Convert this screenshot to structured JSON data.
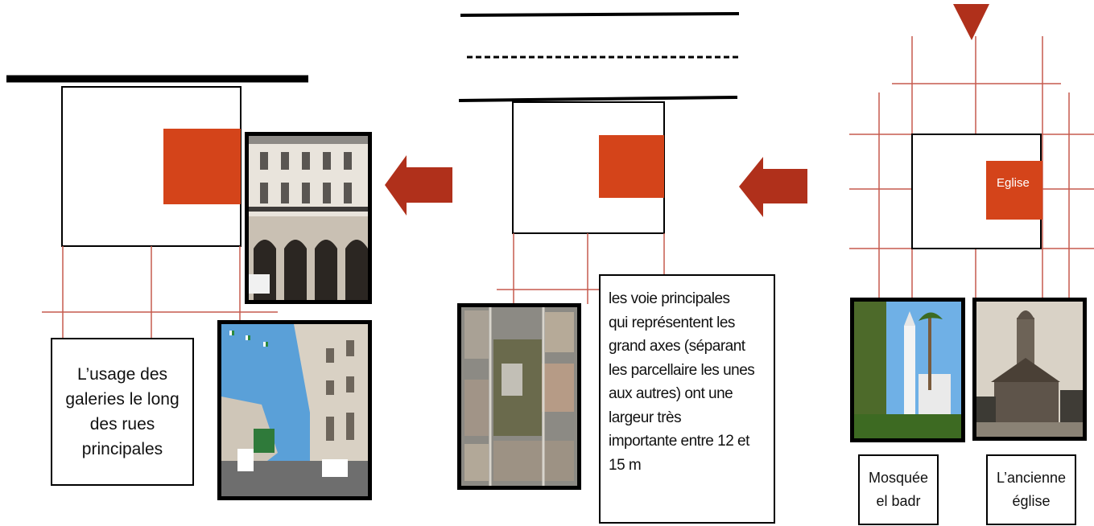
{
  "colors": {
    "parcel_fill": "#d4441a",
    "street_line": "#c55a4e",
    "arrow": "#b0301b",
    "border": "#000000"
  },
  "panel_left": {
    "caption": "L’usage des\ngaleries le long\ndes rues\nprincipales",
    "photo_top": "building-with-arcaded-gallery-photo",
    "photo_bottom": "street-with-galleries-photo"
  },
  "panel_middle": {
    "caption": " les voie principales\nqui représentent les\ngrand axes (séparant\nles parcellaire les unes\naux autres) ont une\nlargeur très\nimportante entre 12 et\n15 m",
    "photo": "aerial-view-photo"
  },
  "panel_right": {
    "parcel_label": "Eglise",
    "caption_mosque": "Mosquée\nel badr",
    "caption_church": "L’ancienne\néglise",
    "photo_mosque": "mosque-photo",
    "photo_church": "old-church-photo"
  }
}
